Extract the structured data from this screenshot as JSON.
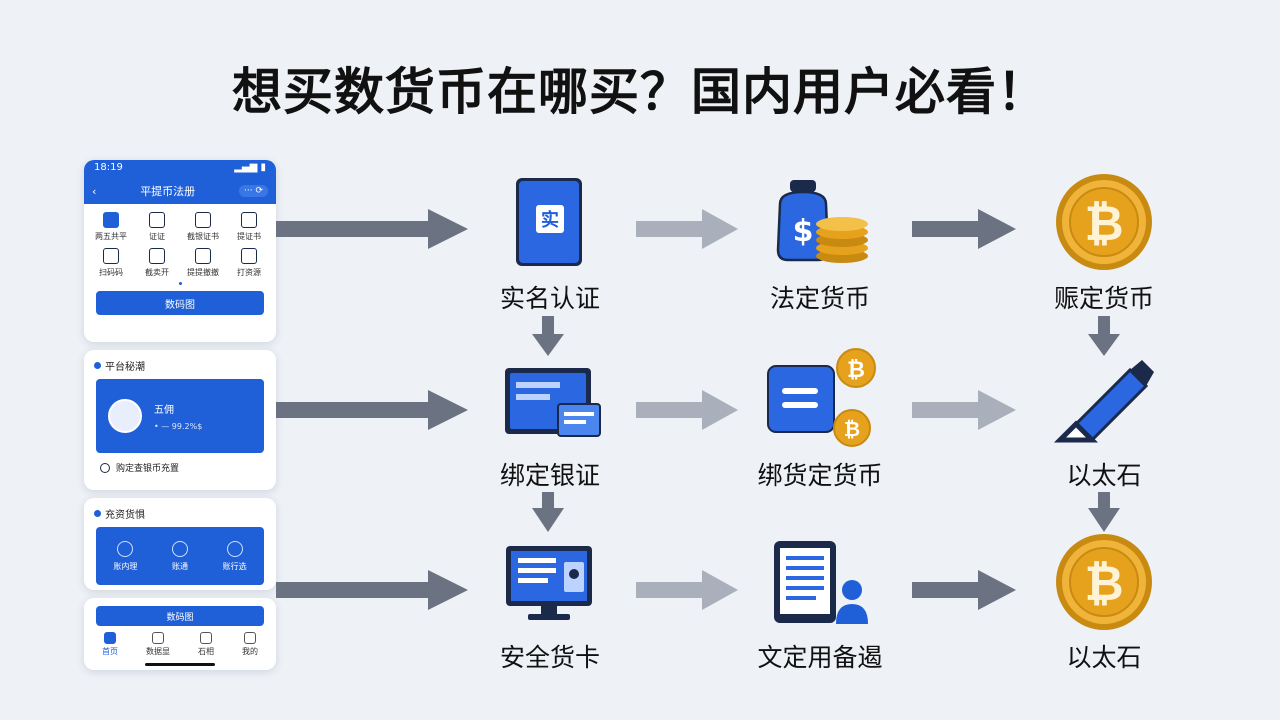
{
  "title": "想买数货币在哪买？国内用户必看！",
  "phone": {
    "status_time": "18:19",
    "status_signal": "▂▄▆ ▮",
    "nav_back": "‹",
    "nav_title": "平提币法册",
    "nav_more": "···",
    "nav_settings": "⟳",
    "grid": [
      {
        "label": "两五共平"
      },
      {
        "label": "证证"
      },
      {
        "label": "截银证书"
      },
      {
        "label": "提证书"
      },
      {
        "label": "扫码码"
      },
      {
        "label": "截卖开"
      },
      {
        "label": "提提撤撤"
      },
      {
        "label": "打资源"
      }
    ],
    "main_button": "数码图",
    "section2_title": "平台秘潮",
    "profile_name": "五佣",
    "profile_sub": "•  —  99.2%$",
    "row_text": "购定查银币充置",
    "section3_title": "充资货惧",
    "panel": [
      {
        "label": "账内理"
      },
      {
        "label": "账通"
      },
      {
        "label": "账行选"
      }
    ],
    "button2": "数码图",
    "tabs": [
      {
        "label": "首页"
      },
      {
        "label": "数据显"
      },
      {
        "label": "石相"
      },
      {
        "label": "我的"
      }
    ]
  },
  "diagram": {
    "nodes": [
      {
        "id": "n1",
        "label": "实名认证",
        "icon": "id-card-icon",
        "icon_text": "实"
      },
      {
        "id": "n2",
        "label": "法定货币",
        "icon": "money-bag-coins-icon",
        "icon_text": "$"
      },
      {
        "id": "n3",
        "label": "赈定货币",
        "icon": "bitcoin-icon",
        "icon_text": "₿"
      },
      {
        "id": "n4",
        "label": "绑定银证",
        "icon": "bank-card-screen-icon"
      },
      {
        "id": "n5",
        "label": "绑货定货币",
        "icon": "wallet-coins-icon",
        "icon_text": "₿"
      },
      {
        "id": "n6",
        "label": "以太石",
        "icon": "pen-icon"
      },
      {
        "id": "n7",
        "label": "安全货卡",
        "icon": "monitor-user-icon"
      },
      {
        "id": "n8",
        "label": "文定用备遏",
        "icon": "tablet-user-icon"
      },
      {
        "id": "n9",
        "label": "以太石",
        "icon": "bitcoin-icon",
        "icon_text": "₿"
      }
    ],
    "colors": {
      "arrow_dark": "#6b7281",
      "arrow_light": "#a9b0bb",
      "blue": "#1f5fd8",
      "navy": "#1b2a4a",
      "gold": "#e6a21c"
    }
  }
}
